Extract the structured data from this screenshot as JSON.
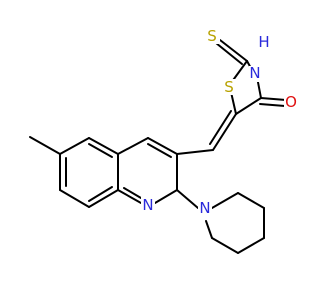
{
  "molecule": {
    "atoms": {
      "sulfur_thione": {
        "text": "S",
        "color": "#b8a200"
      },
      "nitrogen_nh": {
        "text": "N",
        "color": "#2a2adb"
      },
      "hydrogen_nh": {
        "text": "H",
        "color": "#2a2adb"
      },
      "sulfur_ring": {
        "text": "S",
        "color": "#b8a200"
      },
      "oxygen_carbonyl": {
        "text": "O",
        "color": "#e01010"
      },
      "nitrogen_quinoline": {
        "text": "N",
        "color": "#2a2adb"
      },
      "nitrogen_piperidine": {
        "text": "N",
        "color": "#2a2adb"
      }
    },
    "bond_color": "#000000"
  }
}
